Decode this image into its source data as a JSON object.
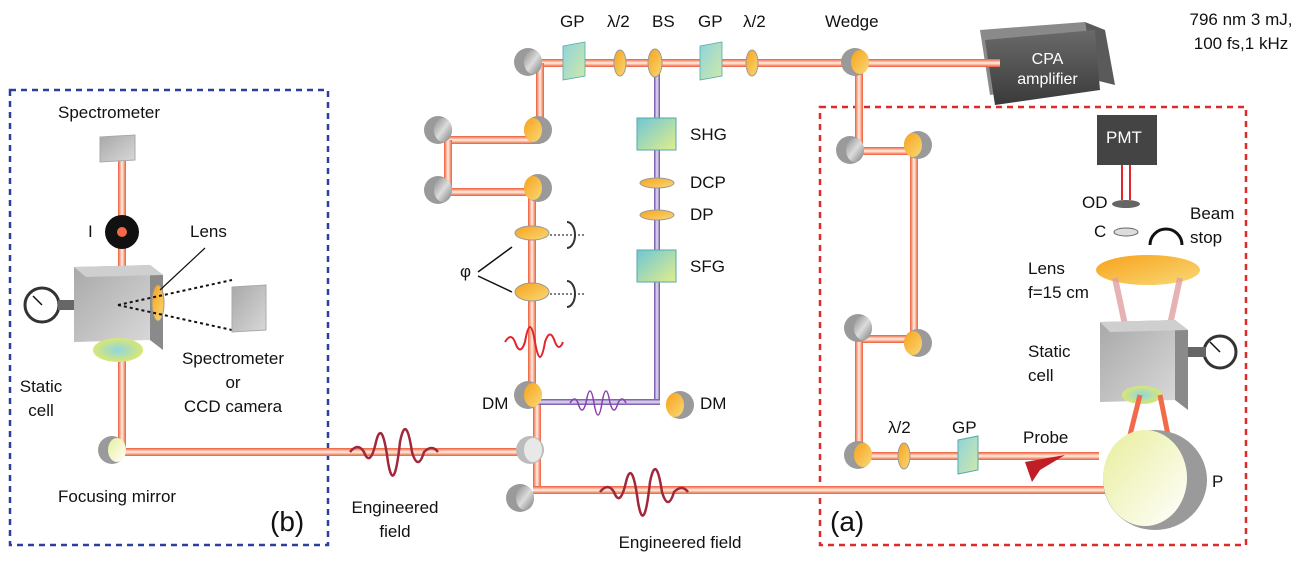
{
  "source": {
    "text": "796 nm 3 mJ,\n100 fs,1 kHz"
  },
  "amplifier": "CPA\namplifier",
  "beam_line": {
    "gp1": "GP",
    "hw1": "λ/2",
    "bs": "BS",
    "gp2": "GP",
    "hw2": "λ/2",
    "wedge": "Wedge"
  },
  "harmonic_path": {
    "shg": "SHG",
    "dcp": "DCP",
    "dp": "DP",
    "sfg": "SFG",
    "dm_left": "DM",
    "dm_right": "DM",
    "phi": "φ"
  },
  "fields": {
    "engineered_field": "Engineered field",
    "engineered_field_b": "Engineered\nfield"
  },
  "panel_a": {
    "label": "(a)",
    "pmt": "PMT",
    "od": "OD",
    "c": "C",
    "beam_stop": "Beam\nstop",
    "lens": "Lens\nf=15 cm",
    "static_cell": "Static\ncell",
    "hw": "λ/2",
    "gp": "GP",
    "probe": "Probe",
    "p": "P"
  },
  "panel_b": {
    "label": "(b)",
    "spectrometer": "Spectrometer",
    "iris": "I",
    "lens": "Lens",
    "spectrometer_or_ccd": "Spectrometer\nor\nCCD camera",
    "static_cell": "Static\ncell",
    "focusing_mirror": "Focusing mirror"
  },
  "colors": {
    "box_a": "#e02a2a",
    "box_b": "#2b3f9c",
    "beam": "#f26a4a",
    "harmonic": "#6a4fa3"
  }
}
